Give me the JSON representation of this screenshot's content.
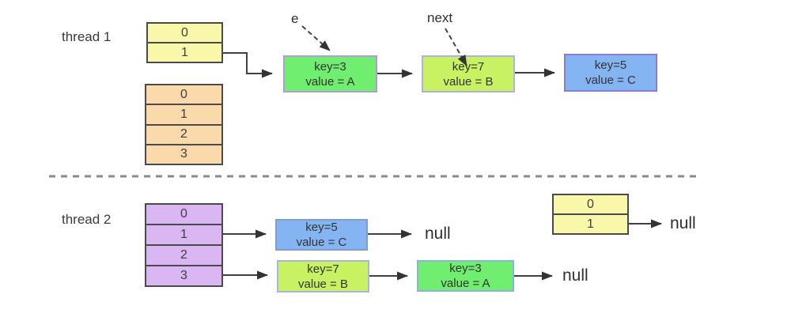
{
  "labels": {
    "thread1": "thread 1",
    "thread2": "thread 2",
    "e_pointer": "e",
    "next_pointer": "next",
    "null_text": "null"
  },
  "colors": {
    "bucket_yellow": "#f9f7a9",
    "bucket_orange": "#fad9ab",
    "bucket_purple": "#dab6f2",
    "node_green": "#6fee6f",
    "node_yellow_green": "#c8f262",
    "node_blue": "#84b5f2",
    "arrow": "#404040",
    "divider": "#8a8a8a"
  },
  "thread1": {
    "small_table": [
      "0",
      "1"
    ],
    "large_table": [
      "0",
      "1",
      "2",
      "3"
    ],
    "chain": [
      {
        "key": "key=3",
        "value": "value = A"
      },
      {
        "key": "key=7",
        "value": "value = B"
      },
      {
        "key": "key=5",
        "value": "value = C"
      }
    ]
  },
  "thread2": {
    "table": [
      "0",
      "1",
      "2",
      "3"
    ],
    "chain_row1": [
      {
        "key": "key=5",
        "value": "value = C"
      }
    ],
    "chain_row2": [
      {
        "key": "key=7",
        "value": "value = B"
      },
      {
        "key": "key=3",
        "value": "value = A"
      }
    ],
    "small_table": [
      "0",
      "1"
    ]
  }
}
